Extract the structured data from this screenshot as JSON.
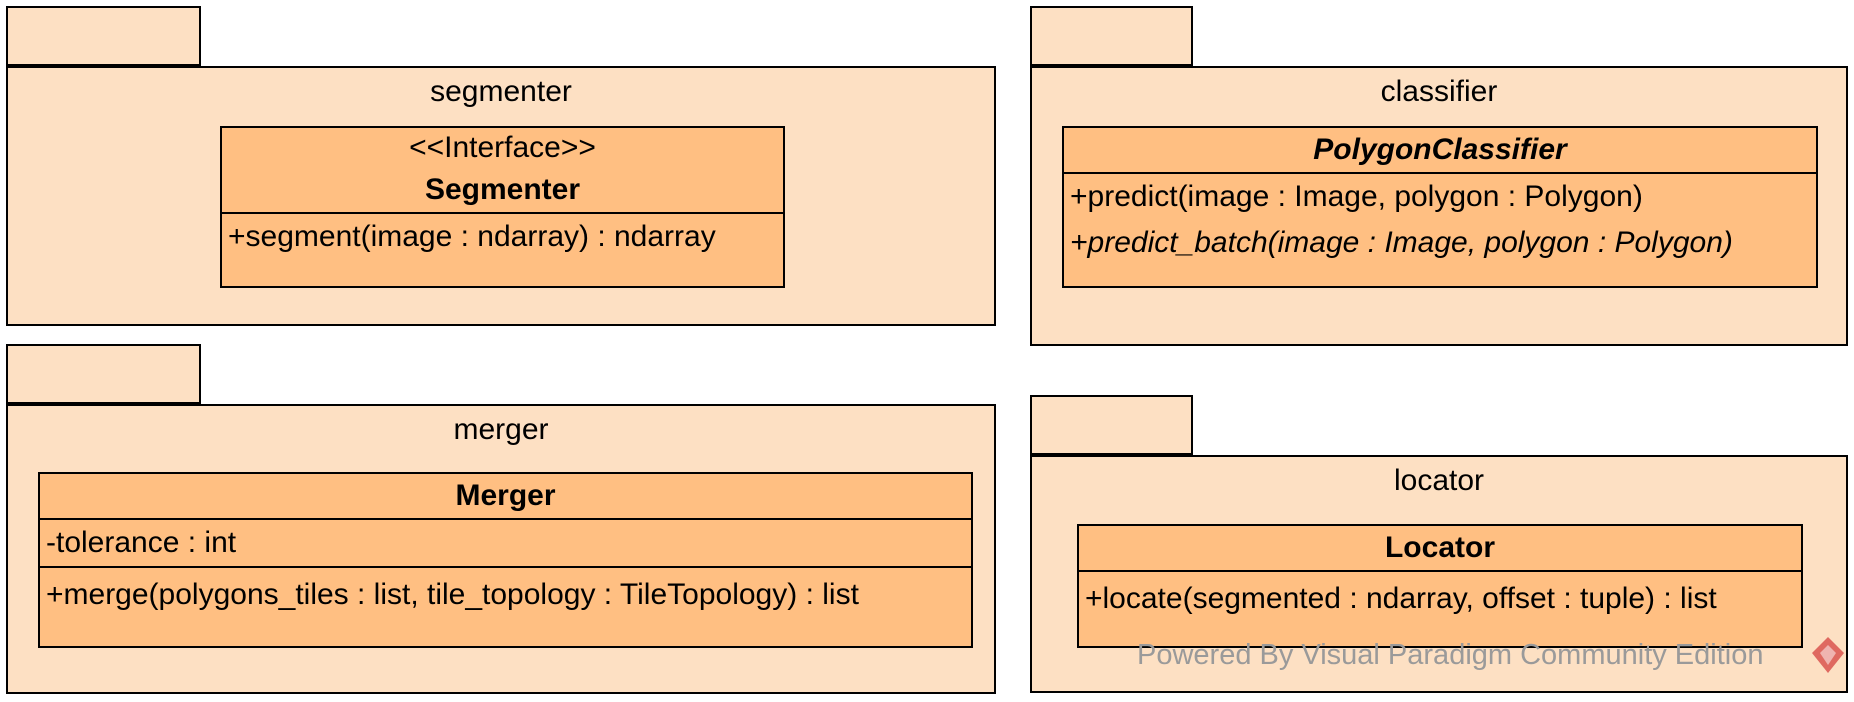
{
  "packages": {
    "segmenter": {
      "name": "segmenter",
      "class": {
        "stereotype": "<<Interface>>",
        "name": "Segmenter",
        "operations": [
          "+segment(image : ndarray) : ndarray"
        ]
      }
    },
    "classifier": {
      "name": "classifier",
      "class": {
        "name": "PolygonClassifier",
        "operations": [
          "+predict(image : Image, polygon : Polygon)",
          "+predict_batch(image : Image, polygon : Polygon)"
        ]
      }
    },
    "merger": {
      "name": "merger",
      "class": {
        "name": "Merger",
        "attributes": [
          "-tolerance : int"
        ],
        "operations": [
          "+merge(polygons_tiles : list, tile_topology : TileTopology) : list"
        ]
      }
    },
    "locator": {
      "name": "locator",
      "class": {
        "name": "Locator",
        "operations": [
          "+locate(segmented : ndarray, offset : tuple) : list"
        ]
      }
    }
  },
  "watermark": "Powered By  Visual Paradigm Community Edition",
  "colors": {
    "package_fill": "#fde0c3",
    "class_fill": "#ffbf82",
    "border": "#000000"
  }
}
